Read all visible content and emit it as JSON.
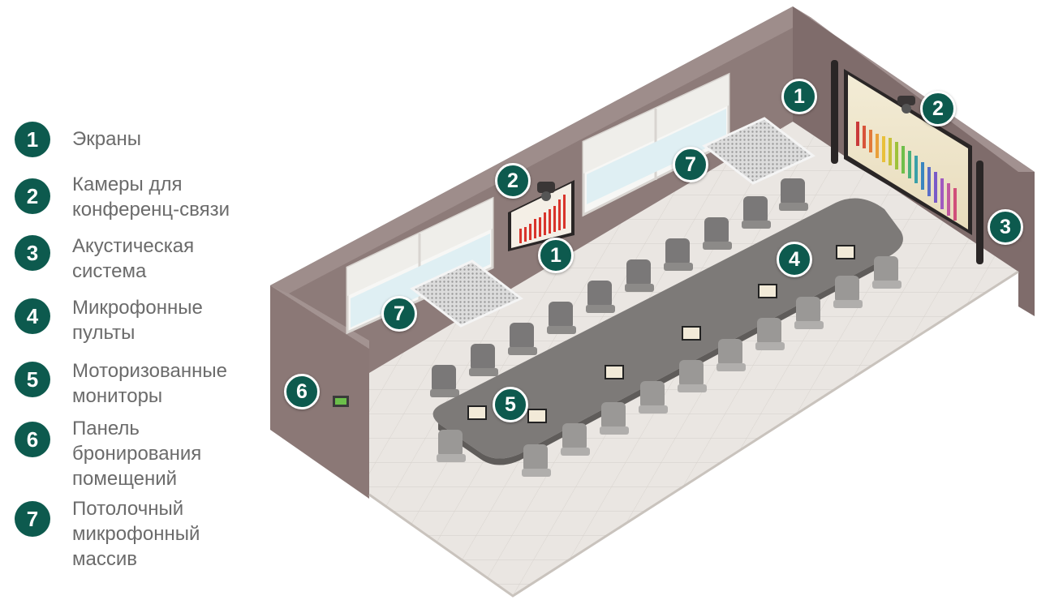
{
  "legend": [
    {
      "num": "1",
      "label": "Экраны"
    },
    {
      "num": "2",
      "label": "Камеры для конференц-связи"
    },
    {
      "num": "3",
      "label": "Акустическая система"
    },
    {
      "num": "4",
      "label": "Микрофонные пульты"
    },
    {
      "num": "5",
      "label": "Моторизованные мониторы"
    },
    {
      "num": "6",
      "label": "Панель бронирования помещений"
    },
    {
      "num": "7",
      "label": "Потолочный микрофонный массив"
    }
  ],
  "markers": {
    "screen_right": "1",
    "screen_left": "1",
    "camera_right": "2",
    "camera_left": "2",
    "speaker": "3",
    "mic_console": "4",
    "monitor": "5",
    "booking_panel": "6",
    "ceiling_mic_right": "7",
    "ceiling_mic_left": "7"
  },
  "colors": {
    "badge": "#0d5a4e",
    "legend_text": "#6b6b6b",
    "wall": "#8c7a78",
    "floor": "#e8e4e0",
    "table": "#7d7a78"
  }
}
